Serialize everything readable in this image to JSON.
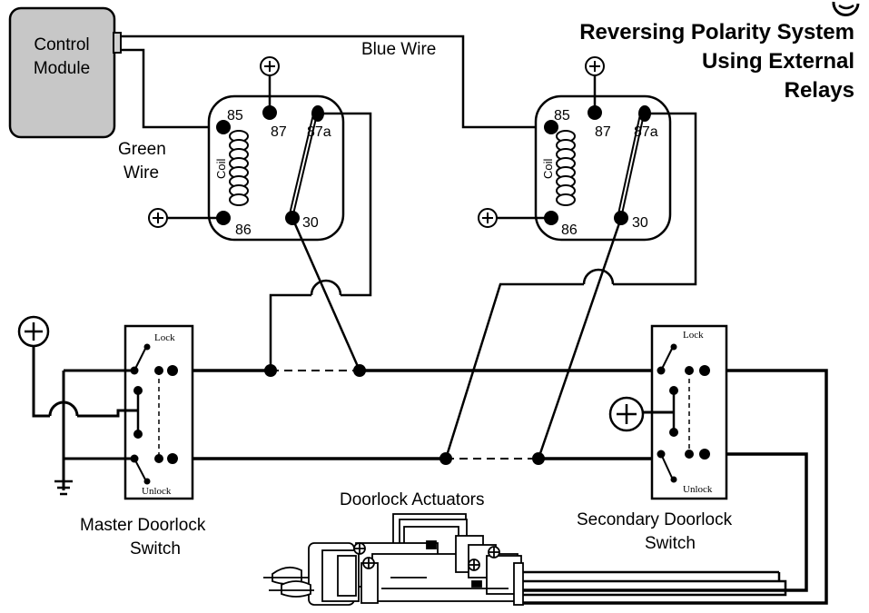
{
  "title": {
    "line1": "Reversing Polarity System",
    "line2": "Using External",
    "line3": "Relays"
  },
  "labels": {
    "control_module_line1": "Control",
    "control_module_line2": "Module",
    "blue_wire": "Blue Wire",
    "green_wire_line1": "Green",
    "green_wire_line2": "Wire",
    "doorlock_actuators": "Doorlock Actuators",
    "master_switch_line1": "Master Doorlock",
    "master_switch_line2": "Switch",
    "secondary_switch_line1": "Secondary Doorlock",
    "secondary_switch_line2": "Switch"
  },
  "relay_left": {
    "pin85": "85",
    "pin86": "86",
    "pin87": "87",
    "pin87a": "87a",
    "pin30": "30",
    "coil": "Coil"
  },
  "relay_right": {
    "pin85": "85",
    "pin86": "86",
    "pin87": "87",
    "pin87a": "87a",
    "pin30": "30",
    "coil": "Coil"
  },
  "switch_master": {
    "lock": "Lock",
    "unlock": "Unlock"
  },
  "switch_secondary": {
    "lock": "Lock",
    "unlock": "Unlock"
  },
  "symbols": {
    "plus": "+"
  }
}
